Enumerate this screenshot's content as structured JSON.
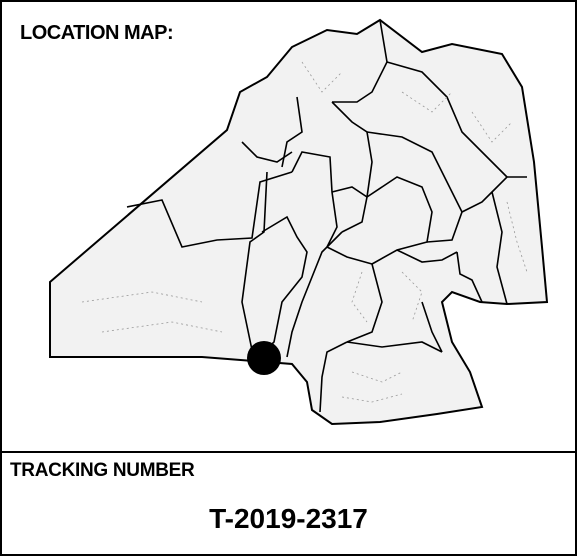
{
  "map": {
    "title": "LOCATION MAP:",
    "marker_icon": "location-dot-icon",
    "colors": {
      "outline": "#000000",
      "region_fill": "#f2f2f2",
      "marker": "#000000"
    }
  },
  "tracking": {
    "label": "TRACKING NUMBER",
    "value": "T-2019-2317"
  }
}
